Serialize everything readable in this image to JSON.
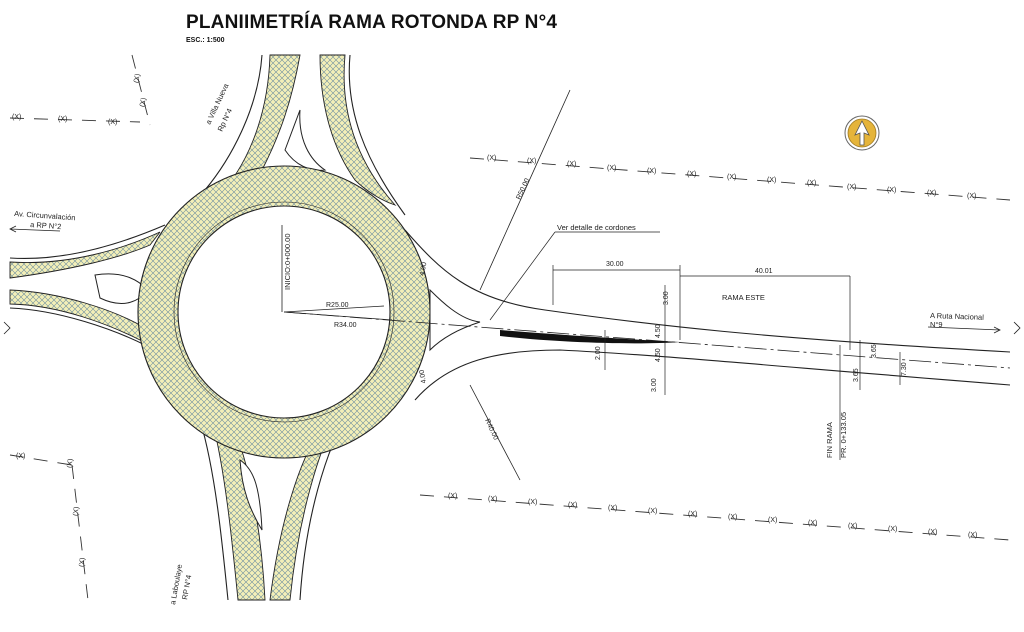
{
  "title": "PLANIIMETRÍA RAMA ROTONDA RP N°4",
  "scale": "ESC.: 1:500",
  "fence_mark": "(X)",
  "labels": {
    "villa_nueva": "a Villa Nueva",
    "villa_nueva_rp": "Rp N°4",
    "circunvalacion": "Av. Circunvalación",
    "circunvalacion_rp": "a RP N°2",
    "laboulaye": "a Laboulaye",
    "laboulaye_rp": "RP N°4",
    "ruta_nacional": "A Ruta Nacional",
    "ruta_nacional_n": "N°9",
    "rama_este": "RAMA ESTE",
    "ver_detalle": "Ver detalle de cordones",
    "inicio": "INICIO:0+000.00",
    "fin_rama": "FIN RAMA",
    "fin_pr": "PR. 0+133.05"
  },
  "dimensions": {
    "r25": "R25.00",
    "r34": "R34.00",
    "r50_top": "R50.00",
    "r40_bottom": "R40.00",
    "d30": "30.00",
    "d4001": "40.01",
    "d300_top": "3.00",
    "d450_top": "4.50",
    "d450_bot": "4.50",
    "d200": "2.00",
    "d300_bot": "3.00",
    "d365_top": "3.65",
    "d365_bot": "3.65",
    "d730": "7.30",
    "d400_top": "4.00",
    "d400_bot": "4.00"
  },
  "colors": {
    "island_fill": "#f3efb8",
    "hatch": "#6f8fa0",
    "ink": "#222222",
    "north_arrow": "#e5b43a"
  }
}
